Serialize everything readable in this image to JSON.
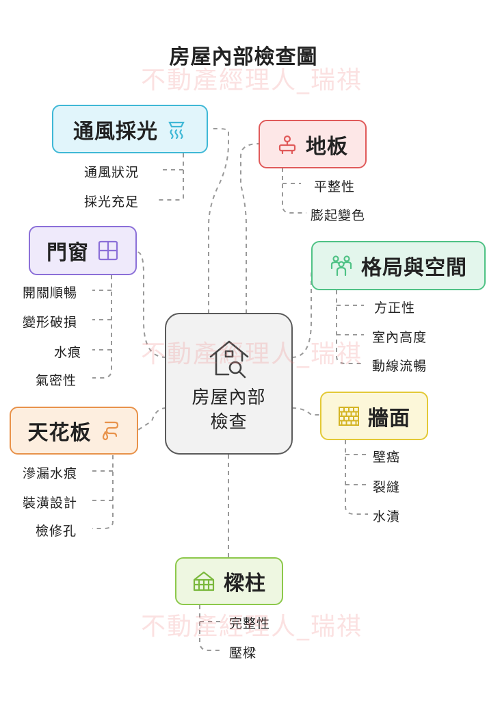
{
  "title": "房屋內部檢查圖",
  "watermark": "不動產經理人_瑞祺",
  "center": {
    "line1": "房屋內部",
    "line2": "檢查"
  },
  "categories": {
    "ventilation": {
      "label": "通風採光",
      "color": "#3fb8d6",
      "fill": "#e1f5fb",
      "icon": "ventilation-icon",
      "items": [
        "通風狀況",
        "採光充足"
      ]
    },
    "floor": {
      "label": "地板",
      "color": "#e05a5a",
      "fill": "#fde7e7",
      "icon": "floor-icon",
      "items": [
        "平整性",
        "膨起變色"
      ]
    },
    "windows": {
      "label": "門窗",
      "color": "#8b6fd8",
      "fill": "#efeafb",
      "icon": "window-icon",
      "items": [
        "開關順暢",
        "變形破損",
        "水痕",
        "氣密性"
      ]
    },
    "layout": {
      "label": "格局與空間",
      "color": "#4fc285",
      "fill": "#e3f6ec",
      "icon": "people-icon",
      "items": [
        "方正性",
        "室內高度",
        "動線流暢"
      ]
    },
    "ceiling": {
      "label": "天花板",
      "color": "#e8924a",
      "fill": "#fdeedf",
      "icon": "leak-icon",
      "items": [
        "滲漏水痕",
        "裝潢設計",
        "檢修孔"
      ]
    },
    "walls": {
      "label": "牆面",
      "color": "#e3c936",
      "fill": "#fcf7d9",
      "icon": "brick-wall-icon",
      "items": [
        "壁癌",
        "裂縫",
        "水漬"
      ]
    },
    "beams": {
      "label": "樑柱",
      "color": "#8cc84b",
      "fill": "#eef7e1",
      "icon": "structure-icon",
      "items": [
        "完整性",
        "壓樑"
      ]
    }
  }
}
